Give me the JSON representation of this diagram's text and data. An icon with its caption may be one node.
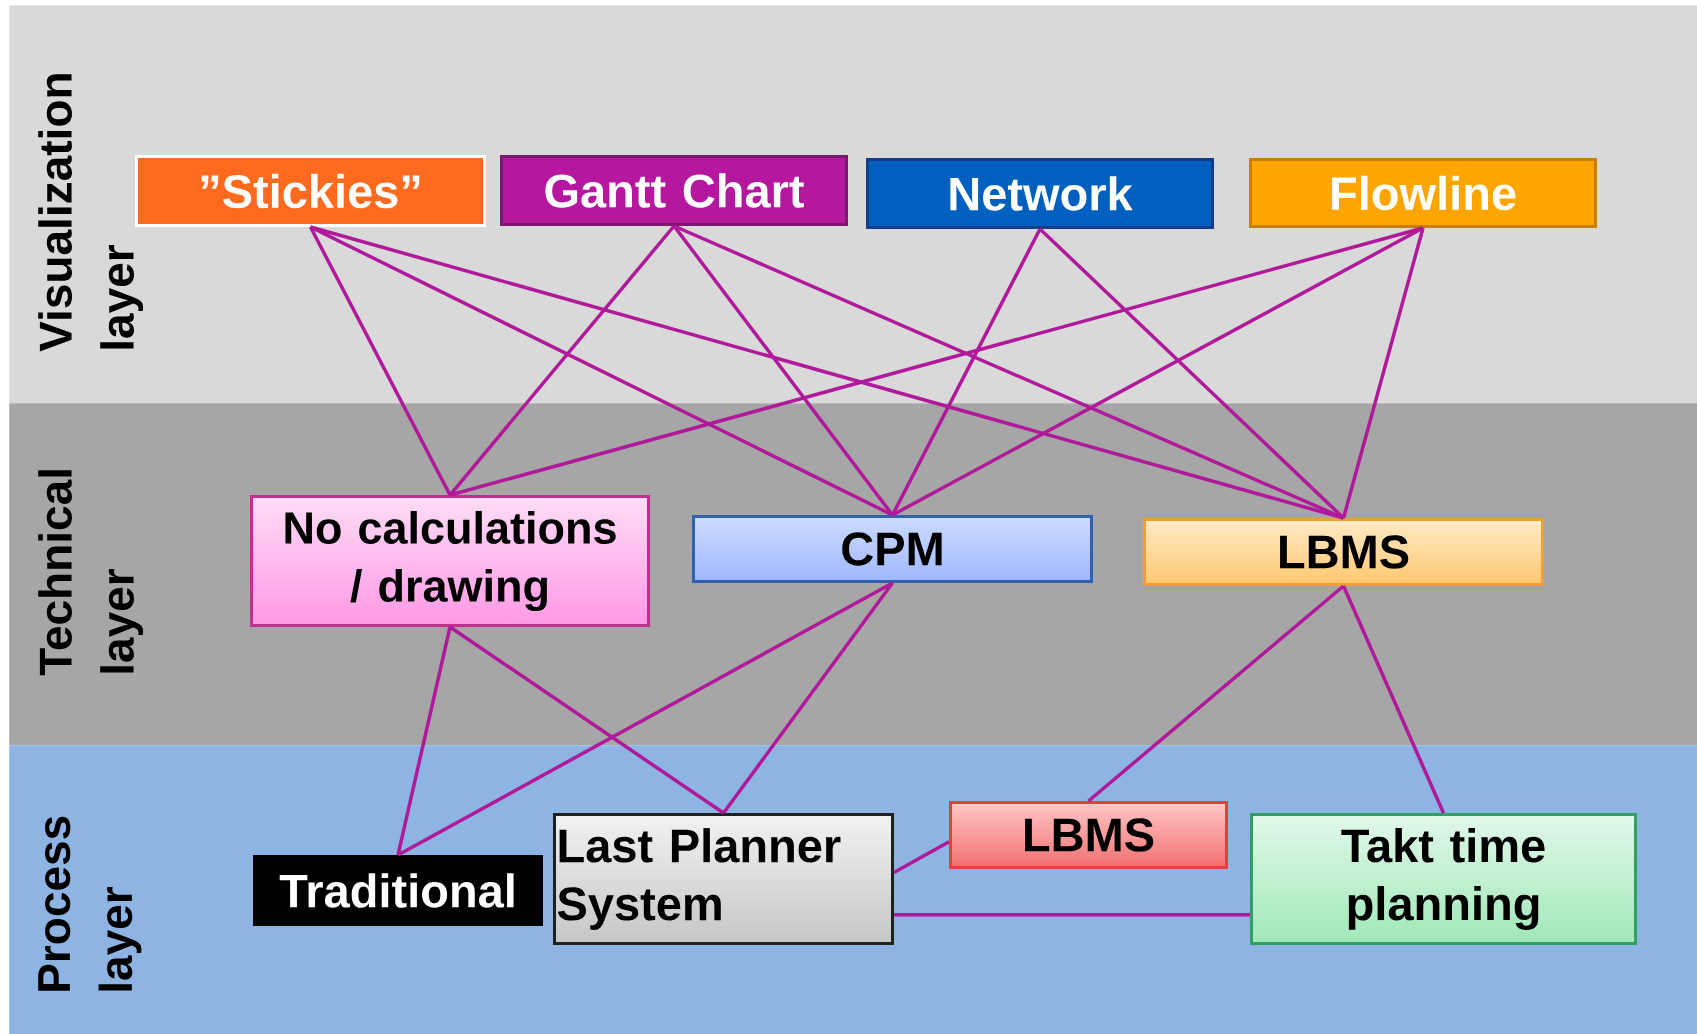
{
  "diagram": {
    "nodes": [
      {
        "text": [
          "Visualization layer"
        ]
      },
      {
        "text": [
          "”Stickies”"
        ],
        "in": 0
      },
      {
        "text": [
          "Gantt Chart"
        ],
        "in": 0
      },
      {
        "text": [
          "Network"
        ],
        "in": 0
      },
      {
        "text": [
          "Flowline"
        ],
        "in": 0
      },
      {
        "text": [
          "Technical layer"
        ]
      },
      {
        "text": [
          "No calculations / drawing"
        ],
        "in": 5
      },
      {
        "text": [
          "CPM"
        ],
        "in": 5
      },
      {
        "text": [
          "LBMS"
        ],
        "in": 5
      },
      {
        "text": [
          "Process layer"
        ]
      },
      {
        "text": [
          "Traditional"
        ],
        "in": 9
      },
      {
        "text": [
          "Last Planner System"
        ],
        "in": 9
      },
      {
        "text": [
          "LBMS"
        ],
        "in": 9
      },
      {
        "text": [
          "Takt time planning"
        ],
        "in": 9
      }
    ],
    "edges": [
      {
        "from": 1,
        "to": 6,
        "arrow": "none"
      },
      {
        "from": 1,
        "to": 7,
        "arrow": "none"
      },
      {
        "from": 1,
        "to": 8,
        "arrow": "none"
      },
      {
        "from": 2,
        "to": 6,
        "arrow": "none"
      },
      {
        "from": 2,
        "to": 7,
        "arrow": "none"
      },
      {
        "from": 2,
        "to": 8,
        "arrow": "none"
      },
      {
        "from": 3,
        "to": 7,
        "arrow": "none"
      },
      {
        "from": 3,
        "to": 8,
        "arrow": "none"
      },
      {
        "from": 4,
        "to": 6,
        "arrow": "none"
      },
      {
        "from": 4,
        "to": 7,
        "arrow": "none"
      },
      {
        "from": 4,
        "to": 8,
        "arrow": "none"
      },
      {
        "from": 6,
        "to": 10,
        "arrow": "none"
      },
      {
        "from": 6,
        "to": 11,
        "arrow": "none"
      },
      {
        "from": 7,
        "to": 10,
        "arrow": "none"
      },
      {
        "from": 7,
        "to": 11,
        "arrow": "none"
      },
      {
        "from": 8,
        "to": 12,
        "arrow": "none"
      },
      {
        "from": 8,
        "to": 13,
        "arrow": "none"
      },
      {
        "from": 11,
        "to": 12,
        "arrow": "none"
      },
      {
        "from": 11,
        "to": 13,
        "arrow": "none"
      }
    ]
  }
}
